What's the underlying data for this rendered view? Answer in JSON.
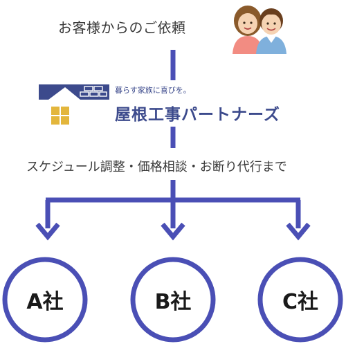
{
  "header": {
    "request_label": "お客様からのご依頼"
  },
  "brand": {
    "tagline": "暮らす家族に喜びを。",
    "name": "屋根工事パートナーズ",
    "colors": {
      "primary": "#4a4fb5",
      "accent": "#e3b63c"
    }
  },
  "services_label": "スケジュール調整・価格相談・お断り代行まで",
  "vendors": [
    {
      "label": "A社"
    },
    {
      "label": "B社"
    },
    {
      "label": "C社"
    }
  ],
  "icons": [
    "family-illustration-icon",
    "roof-logo-icon",
    "down-arrow-icon"
  ]
}
